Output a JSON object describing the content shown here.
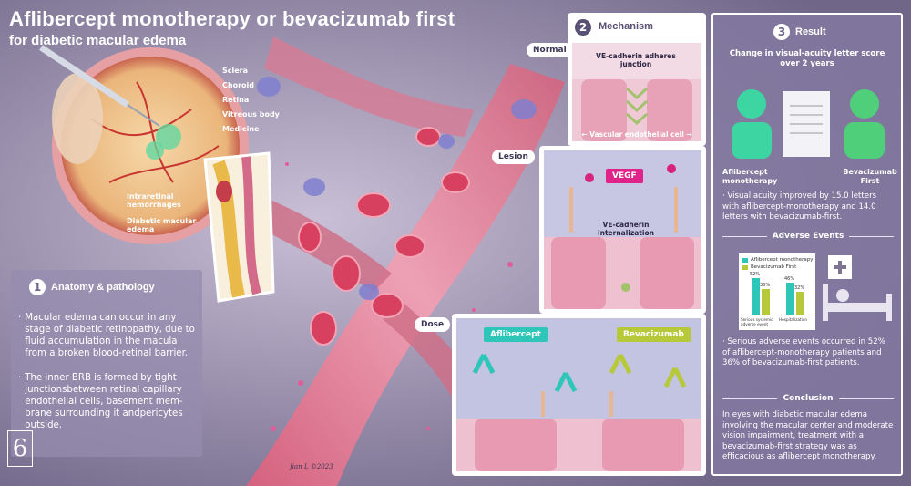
{
  "title": {
    "main": "Aflibercept monotherapy or bevacizumab first",
    "sub": "for diabetic macular edema"
  },
  "eye_labels": [
    {
      "name": "label-sclera",
      "text": "Sclera"
    },
    {
      "name": "label-choroid",
      "text": "Choroid"
    },
    {
      "name": "label-retina",
      "text": "Retina"
    },
    {
      "name": "label-vitreous",
      "text": "Vitreous body"
    },
    {
      "name": "label-medicine",
      "text": "Medicine"
    },
    {
      "name": "label-hemorrhages",
      "text": "Intraretinal hemorrhages"
    },
    {
      "name": "label-macular-edema",
      "text": "Diabetic macular edema"
    }
  ],
  "anatomy": {
    "number": "1",
    "heading": "Anatomy & pathology",
    "bullets": [
      "Macular edema can occur in any stage of diabetic retinopathy, due to fluid accumulation in the macula from a broken blood-retinal barrier.",
      "The inner BRB is formed by tight junctionsbetween retinal capillary endothelial cells, basement mem-brane surrounding it andpericytes outside."
    ]
  },
  "mechanism": {
    "number": "2",
    "heading": "Mechanism",
    "normal_tag": "Normal",
    "normal_label": "VE-cadherin adheres junction",
    "endothelial_label": "← Vascular endothelial cell →",
    "lesion_tag": "Lesion",
    "vegf_label": "VEGF",
    "internalization_label": "VE-cadherin internalization",
    "dose_tag": "Dose",
    "aflibercept_tag": "Aflibercept",
    "bevacizumab_tag": "Bevacizumab"
  },
  "result": {
    "number": "3",
    "heading": "Result",
    "chart_title": "Change in visual-acuity letter score over 2 years",
    "left_person": "Aflibercept monotherapy",
    "right_person": "Bevacizumab First",
    "acuity_text": "Visual acuity improved by 15.0 letters with aflibercept-monotherapy and 14.0 letters with bevacizumab-first.",
    "adverse_heading": "Adverse Events",
    "legend": [
      "Aflibercept monotherapy",
      "Bevacizumab First"
    ],
    "bar_groups": [
      {
        "label": "Serious systemic adverse event",
        "values": [
          "52%",
          "36%"
        ],
        "fractions": [
          0.52,
          0.36
        ]
      },
      {
        "label": "Hospitalization",
        "values": [
          "46%",
          "32%"
        ],
        "fractions": [
          0.46,
          0.32
        ]
      }
    ],
    "adverse_text": "Serious adverse events occurred in 52% of aflibercept-monotherapy patients and 36% of bevacizumab-first patients.",
    "conclusion_heading": "Conclusion",
    "conclusion_text": "In eyes with diabetic macular edema involving the macular center and moderate vision impairment, treatment with a bevacizumab-first strategy was as efficacious as aflibercept monotherapy."
  },
  "signature": "Jian L ©2023",
  "logo_mark": "6",
  "colors": {
    "background": "#7e7593",
    "vessel": "#e07c95",
    "rbc": "#d94a66",
    "aflibercept": "#2ec6b8",
    "bevacizumab": "#b7c93a",
    "vegf": "#e0238a",
    "person_left": "#3dd6a2",
    "person_right": "#4fcf7a"
  },
  "icons": [
    "syringe-icon",
    "eye-icon",
    "medical-cross-icon",
    "hospital-bed-icon",
    "chart-board-icon"
  ]
}
